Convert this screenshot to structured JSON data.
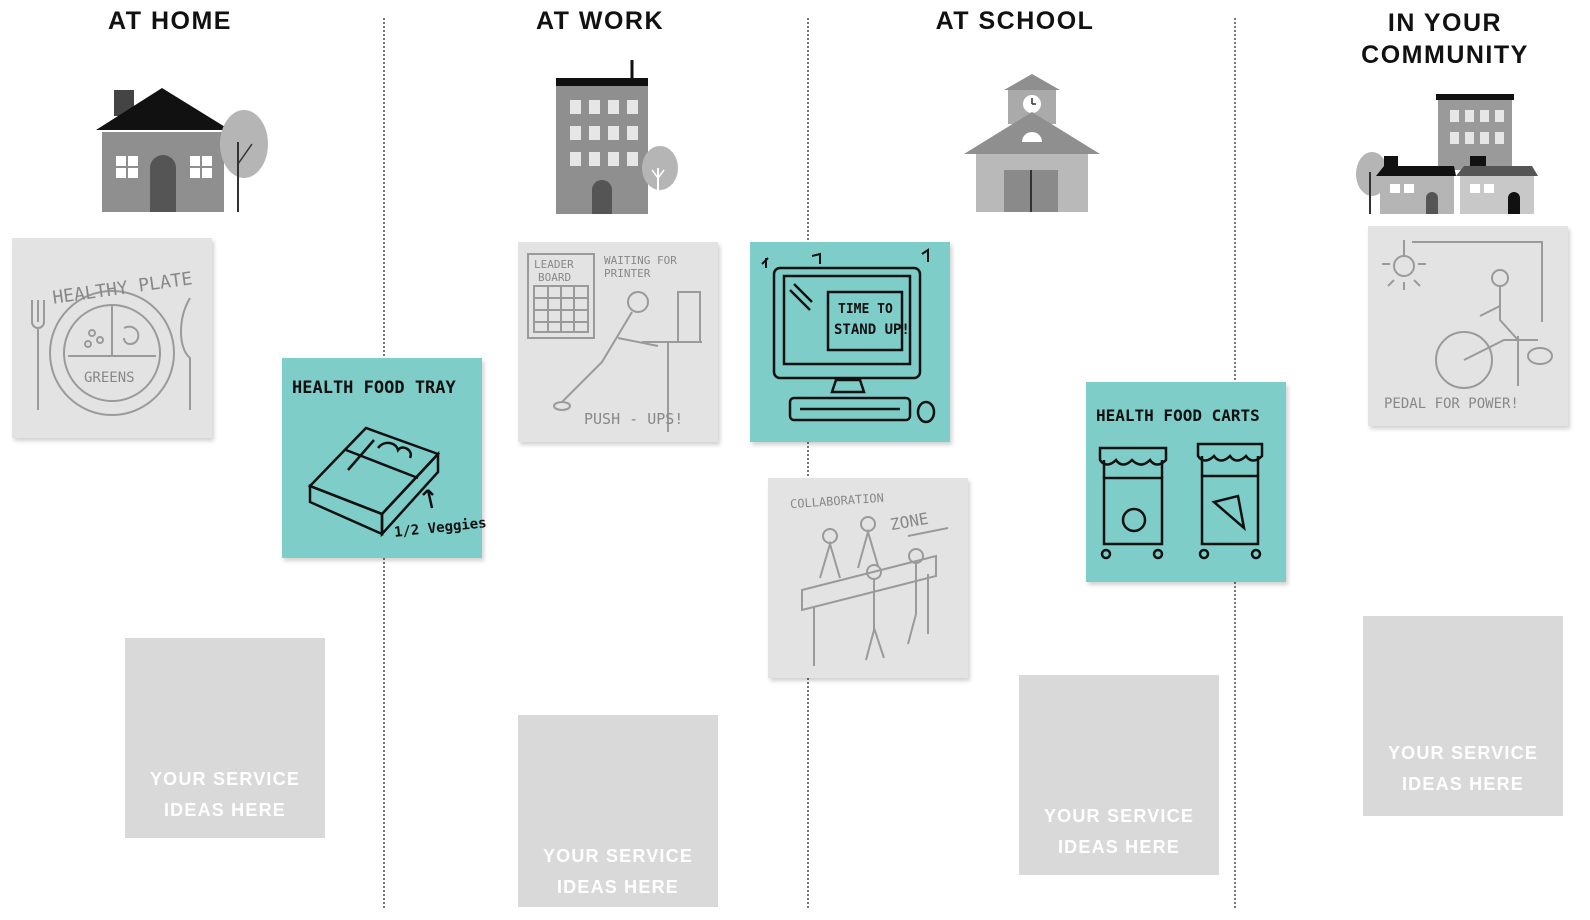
{
  "columns": {
    "home": {
      "title": "AT HOME"
    },
    "work": {
      "title": "AT WORK"
    },
    "school": {
      "title": "AT SCHOOL"
    },
    "community": {
      "title_line1": "IN YOUR",
      "title_line2": "COMMUNITY"
    }
  },
  "icons": [
    "house-icon",
    "office-building-icon",
    "schoolhouse-icon",
    "community-buildings-icon",
    "tree-icon"
  ],
  "notes": {
    "healthy_plate": {
      "text": "HEALTHY PLATE",
      "sub": "GREENS"
    },
    "health_food_tray": {
      "text": "HEALTH FOOD TRAY",
      "sub": "1/2 Veggies"
    },
    "office": {
      "leader": "LEADER",
      "board": "BOARD",
      "waiting1": "WAITING FOR",
      "waiting2": "PRINTER",
      "pushups": "PUSH - UPS!"
    },
    "stand_up": {
      "line1": "TIME TO",
      "line2": "STAND UP!"
    },
    "collab": {
      "line1": "COLLABORATION",
      "line2": "ZONE"
    },
    "carts": {
      "text": "HEALTH FOOD CARTS"
    },
    "pedal": {
      "text": "PEDAL FOR POWER!"
    }
  },
  "placeholder": {
    "text": "YOUR SERVICE\nIDEAS HERE"
  },
  "colors": {
    "teal_note": "#7fcdc8",
    "sketch_note": "#e3e3e4",
    "blank_note": "#d9d9da",
    "building_grey": "#8f8f8f"
  }
}
